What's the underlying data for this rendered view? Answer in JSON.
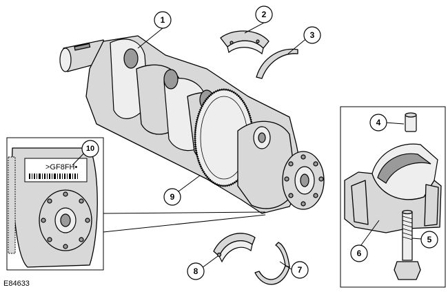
{
  "figure_id": "E84633",
  "detail_code": ">GF8FH•",
  "callouts": [
    {
      "label": "1"
    },
    {
      "label": "2"
    },
    {
      "label": "3"
    },
    {
      "label": "4"
    },
    {
      "label": "5"
    },
    {
      "label": "6"
    },
    {
      "label": "7"
    },
    {
      "label": "8"
    },
    {
      "label": "9"
    },
    {
      "label": "10"
    }
  ]
}
